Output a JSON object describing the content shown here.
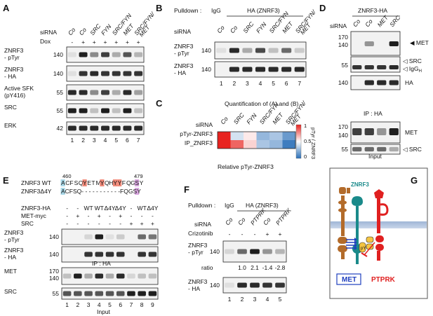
{
  "panels": {
    "A": "A",
    "B": "B",
    "C": "C",
    "D": "D",
    "E": "E",
    "F": "F",
    "G": "G"
  },
  "common": {
    "sirna": "siRNA",
    "dox": "Dox",
    "ip_ha": "IP : HA",
    "input": "Input",
    "pulldown": "Pulldown :",
    "igg": "IgG",
    "ha_znrf3": "HA (ZNRF3)"
  },
  "panel_a": {
    "lanes": [
      "Co",
      "Co",
      "SRC",
      "FYN",
      "SRC/FYN",
      "MET",
      "SRC/FYN/\nMET"
    ],
    "dox": [
      "-",
      "+",
      "+",
      "+",
      "+",
      "+",
      "+"
    ],
    "blots": [
      {
        "label": "ZNRF3\n- pTyr",
        "mw": "140"
      },
      {
        "label": "ZNRF3\n- HA",
        "mw": "140"
      },
      {
        "label": "Active SFK\n(pY416)",
        "mw": "55"
      },
      {
        "label": "SRC",
        "mw": "55"
      },
      {
        "label": "ERK",
        "mw": "42"
      }
    ],
    "numbers": [
      "1",
      "2",
      "3",
      "4",
      "5",
      "6",
      "7"
    ]
  },
  "panel_b": {
    "lanes": [
      "Co",
      "Co",
      "SRC",
      "FYN",
      "SRC/FYN",
      "MET",
      "SRC/FYN/\nMET"
    ],
    "blots": [
      {
        "label": "ZNRF3\n- pTyr",
        "mw": "140"
      },
      {
        "label": "ZNRF3\n- HA",
        "mw": "140"
      }
    ],
    "numbers": [
      "1",
      "2",
      "3",
      "4",
      "5",
      "6",
      "7"
    ]
  },
  "panel_c": {
    "title": "Quantification of (A) and (B)",
    "rows": [
      "siRNA",
      "pTyr-ZNRF3",
      "IP_ZNRF3"
    ],
    "columns": [
      "Co",
      "SRC",
      "FYN",
      "SRC/FYN",
      "MET",
      "SRC/FYN/\nMET"
    ],
    "xlabel": "Relative pTyr-ZNRF3",
    "colorbar_title": "pTyr / ZNRF3",
    "colorbar_ticks": [
      "1",
      "0.5",
      "0"
    ],
    "colors": {
      "high": "#e8231f",
      "mid": "#ffffff",
      "low": "#2a6fb8"
    }
  },
  "chart_data": {
    "type": "heatmap",
    "title": "Quantification of (A) and (B)",
    "x": [
      "Co",
      "SRC",
      "FYN",
      "SRC/FYN",
      "MET",
      "SRC/FYN/MET"
    ],
    "y": [
      "pTyr-ZNRF3",
      "IP_ZNRF3"
    ],
    "values": [
      [
        1.0,
        0.4,
        0.55,
        0.25,
        0.3,
        0.15
      ],
      [
        1.0,
        0.85,
        0.6,
        0.3,
        0.25,
        0.05
      ]
    ],
    "colorbar": {
      "label": "pTyr / ZNRF3",
      "range": [
        0,
        1
      ]
    },
    "xlabel": "Relative pTyr-ZNRF3"
  },
  "panel_d": {
    "header": "ZNRF3-HA",
    "lanes": [
      "Co",
      "Co",
      "MET",
      "SRC"
    ],
    "ip_blots": [
      {
        "mws": [
          "170",
          "140"
        ],
        "right": [
          "MET"
        ]
      },
      {
        "mws": [
          "55"
        ],
        "right": [
          "SRC",
          "IgG_H"
        ]
      },
      {
        "mws": [
          "140"
        ],
        "right": [
          "HA"
        ]
      }
    ],
    "input_blots": [
      {
        "mws": [
          "170",
          "140"
        ],
        "right": [
          "MET"
        ]
      },
      {
        "mws": [
          "55"
        ],
        "right": [
          "SRC"
        ]
      }
    ]
  },
  "panel_e": {
    "seq_wt_label": "ZNRF3 WT",
    "seq_d4y_label": "ZNRF3Δ4Y",
    "seq_start": "460",
    "seq_end": "479",
    "seq_wt": "ACFSQYETMYQHYYFQGSY",
    "seq_d4y": "ACFSQ- - - - - - - - - - -FQGSY",
    "rows": [
      "ZNRF3-HA",
      "MET-myc",
      "SRC"
    ],
    "znrf3_ha": [
      "-",
      "-",
      "WT",
      "WT",
      "Δ4Y",
      "Δ4Y",
      "-",
      "WT",
      "Δ4Y"
    ],
    "met_myc": [
      "-",
      "+",
      "-",
      "+",
      "-",
      "+",
      "-",
      "-",
      "-"
    ],
    "src": [
      "-",
      "-",
      "-",
      "-",
      "-",
      "-",
      "+",
      "+",
      "+"
    ],
    "blots": [
      {
        "label": "ZNRF3\n- pTyr",
        "mw": "140"
      },
      {
        "label": "ZNRF3\n- HA",
        "mw": "140"
      },
      {
        "label": "MET",
        "mw": "170\n140"
      },
      {
        "label": "SRC",
        "mw": "55"
      }
    ],
    "numbers": [
      "1",
      "2",
      "3",
      "4",
      "5",
      "6",
      "7",
      "8",
      "9"
    ]
  },
  "panel_f": {
    "lanes": [
      "Co",
      "Co",
      "PTPRK",
      "Co",
      "PTPRK"
    ],
    "crizotinib_label": "Crizotinib",
    "crizotinib": [
      "-",
      "-",
      "-",
      "+",
      "+"
    ],
    "blots": [
      {
        "label": "ZNRF3\n- pTyr",
        "mw": "140"
      },
      {
        "label": "ZNRF3\n- HA",
        "mw": "140"
      }
    ],
    "ratio_label": "ratio",
    "ratios": [
      "1.0",
      "2.1",
      "-1.4",
      "-2.8"
    ],
    "numbers": [
      "1",
      "2",
      "3",
      "4",
      "5"
    ]
  },
  "panel_g": {
    "znrf3": "ZNRF3",
    "met": "MET",
    "ptprk": "PTPRK",
    "colors": {
      "met": "#b36b2a",
      "znrf3": "#1a8a8a",
      "ptprk": "#e02020"
    }
  }
}
